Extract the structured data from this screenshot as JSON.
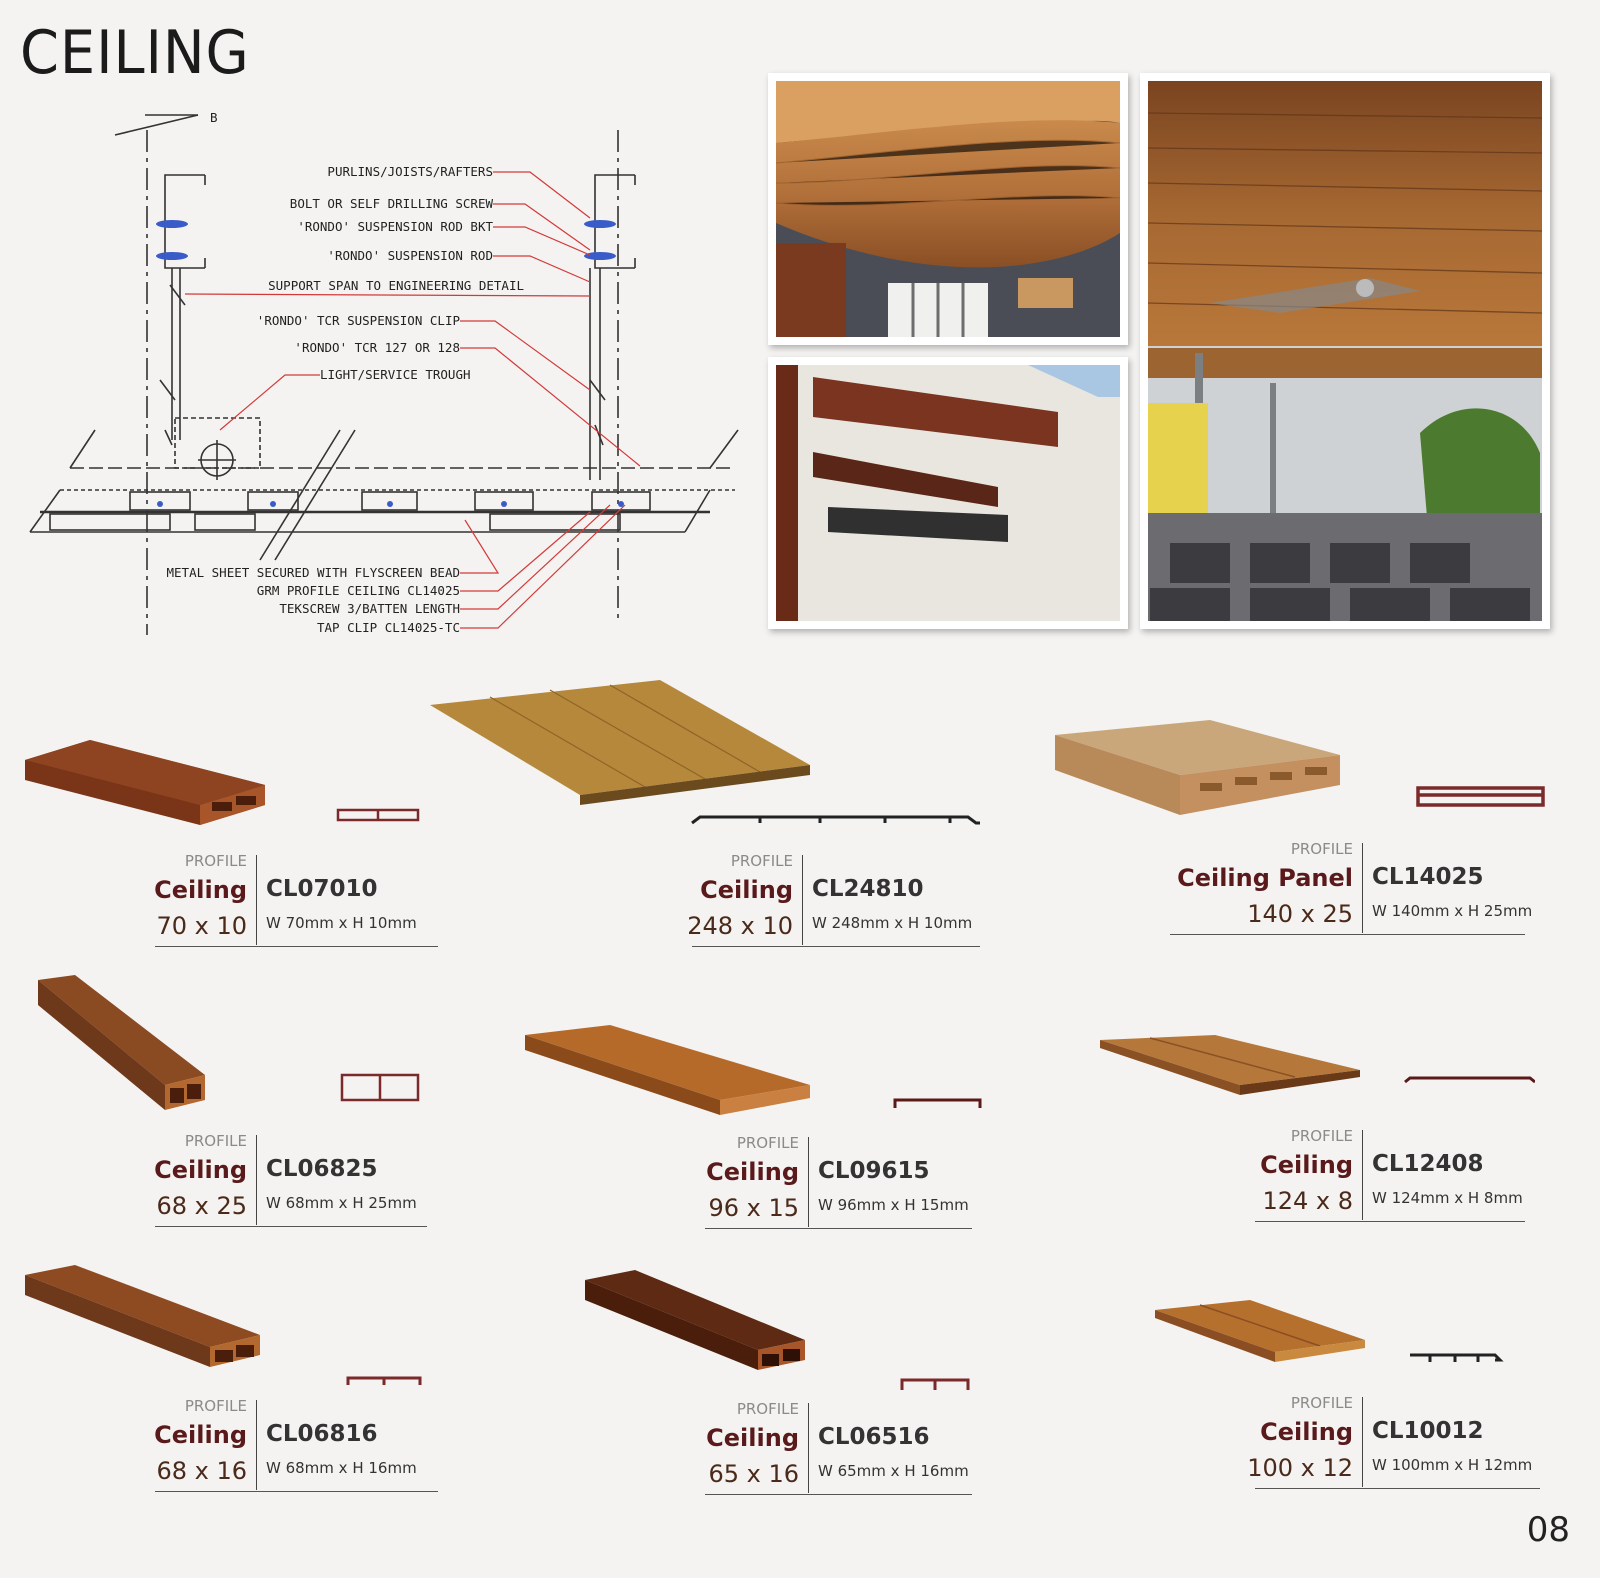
{
  "page": {
    "title": "CEILING",
    "page_number": "08"
  },
  "diagram": {
    "section_marker": "B",
    "labels": [
      "PURLINS/JOISTS/RAFTERS",
      "BOLT OR SELF DRILLING SCREW",
      "'RONDO' SUSPENSION ROD BKT",
      "'RONDO' SUSPENSION ROD",
      "SUPPORT SPAN TO ENGINEERING DETAIL",
      "'RONDO' TCR SUSPENSION CLIP",
      "'RONDO' TCR 127 OR 128",
      "LIGHT/SERVICE TROUGH",
      "METAL SHEET SECURED WITH FLYSCREEN BEAD",
      "GRM PROFILE CEILING CL14025",
      "TEKSCREW 3/BATTEN LENGTH",
      "TAP CLIP CL14025-TC"
    ]
  },
  "products": [
    {
      "profile": "PROFILE",
      "name": "Ceiling",
      "dims": "70 x 10",
      "code": "CL07010",
      "wh": "W 70mm x H 10mm"
    },
    {
      "profile": "PROFILE",
      "name": "Ceiling",
      "dims": "248 x 10",
      "code": "CL24810",
      "wh": "W 248mm x H 10mm"
    },
    {
      "profile": "PROFILE",
      "name": "Ceiling Panel",
      "dims": "140 x 25",
      "code": "CL14025",
      "wh": "W 140mm x H 25mm"
    },
    {
      "profile": "PROFILE",
      "name": "Ceiling",
      "dims": "68 x 25",
      "code": "CL06825",
      "wh": "W 68mm x H 25mm"
    },
    {
      "profile": "PROFILE",
      "name": "Ceiling",
      "dims": "96 x 15",
      "code": "CL09615",
      "wh": "W 96mm x H 15mm"
    },
    {
      "profile": "PROFILE",
      "name": "Ceiling",
      "dims": "124 x 8",
      "code": "CL12408",
      "wh": "W 124mm x H 8mm"
    },
    {
      "profile": "PROFILE",
      "name": "Ceiling",
      "dims": "68 x 16",
      "code": "CL06816",
      "wh": "W 68mm x H 16mm"
    },
    {
      "profile": "PROFILE",
      "name": "Ceiling",
      "dims": "65 x 16",
      "code": "CL06516",
      "wh": "W 65mm x H 16mm"
    },
    {
      "profile": "PROFILE",
      "name": "Ceiling",
      "dims": "100 x 12",
      "code": "CL10012",
      "wh": "W 100mm x H 12mm"
    }
  ]
}
